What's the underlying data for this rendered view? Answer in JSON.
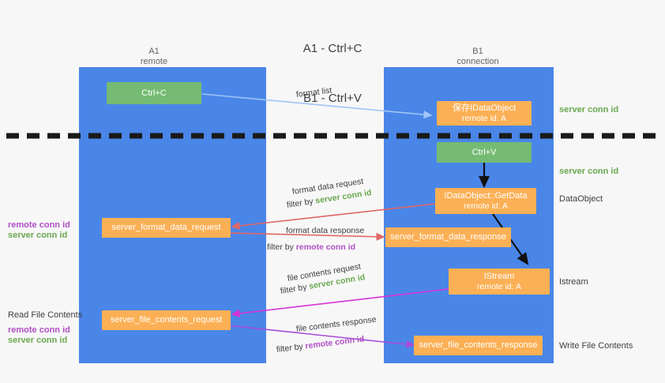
{
  "title": {
    "line1": "A1 - Ctrl+C",
    "line2": "B1 - Ctrl+V"
  },
  "lanes": [
    {
      "name": "A1",
      "sub": "remote",
      "color": "#4a86e8"
    },
    {
      "name": "B1",
      "sub": "connection",
      "color": "#4a86e8"
    }
  ],
  "boxes": {
    "ctrl_c": {
      "line1": "Ctrl+C",
      "line2": "",
      "color": "#75bb73"
    },
    "save_idataobject": {
      "line1": "保存IDataObject",
      "line2": "remote id: A",
      "color": "#fbb055"
    },
    "ctrl_v": {
      "line1": "Ctrl+V",
      "line2": "",
      "color": "#75bb73"
    },
    "getdata": {
      "line1": "IDataObject::GetData",
      "line2": "remote id: A",
      "color": "#fbb055"
    },
    "istream": {
      "line1": "IStream",
      "line2": "remote id: A",
      "color": "#fbb055"
    },
    "server_format_data_request": {
      "line1": "server_format_data_request",
      "line2": "",
      "color": "#fbb055"
    },
    "server_format_data_response": {
      "line1": "server_format_data_response",
      "line2": "",
      "color": "#fbb055"
    },
    "server_file_contents_request": {
      "line1": "server_file_contents_request",
      "line2": "",
      "color": "#fbb055"
    },
    "server_file_contents_response": {
      "line1": "server_file_contents_response",
      "line2": "",
      "color": "#fbb055"
    }
  },
  "right_labels": {
    "server_conn_id_1": "server conn id",
    "server_conn_id_2": "server conn id",
    "dataobject": "DataObject",
    "istream": "Istream",
    "write_file_contents": "Write File Contents"
  },
  "left_labels": {
    "remote_conn_id_1": "remote conn id",
    "server_conn_id_1": "server conn id",
    "read_file_contents": "Read File Contents",
    "remote_conn_id_2": "remote conn id",
    "server_conn_id_2": "server conn id"
  },
  "edges": {
    "format_list": "format list",
    "format_data_request": "format data request",
    "filter_by_server_1_prefix": "filter by ",
    "filter_by_server_1_value": "server conn id",
    "format_data_response": "format data response",
    "filter_by_remote_1_prefix": "filter by ",
    "filter_by_remote_1_value": "remote conn id",
    "file_contents_request": "file contents request",
    "filter_by_server_2_prefix": "filter by ",
    "filter_by_server_2_value": "server conn id",
    "file_contents_response": "file contents response",
    "filter_by_remote_2_prefix": "filter by ",
    "filter_by_remote_2_value": "remote conn id"
  },
  "colors": {
    "lane": "#4a86e8",
    "green_box": "#75bb73",
    "orange_box": "#fbb055",
    "green_text": "#6aa84f",
    "purple_text": "#b14fc5",
    "arrow_blue": "#9fc5f8",
    "arrow_red": "#e06666",
    "arrow_magenta": "#d633d6",
    "arrow_purple": "#a64dd8",
    "arrow_black": "#000000",
    "divider": "#1a1a1a",
    "background": "#f7f7f7"
  }
}
